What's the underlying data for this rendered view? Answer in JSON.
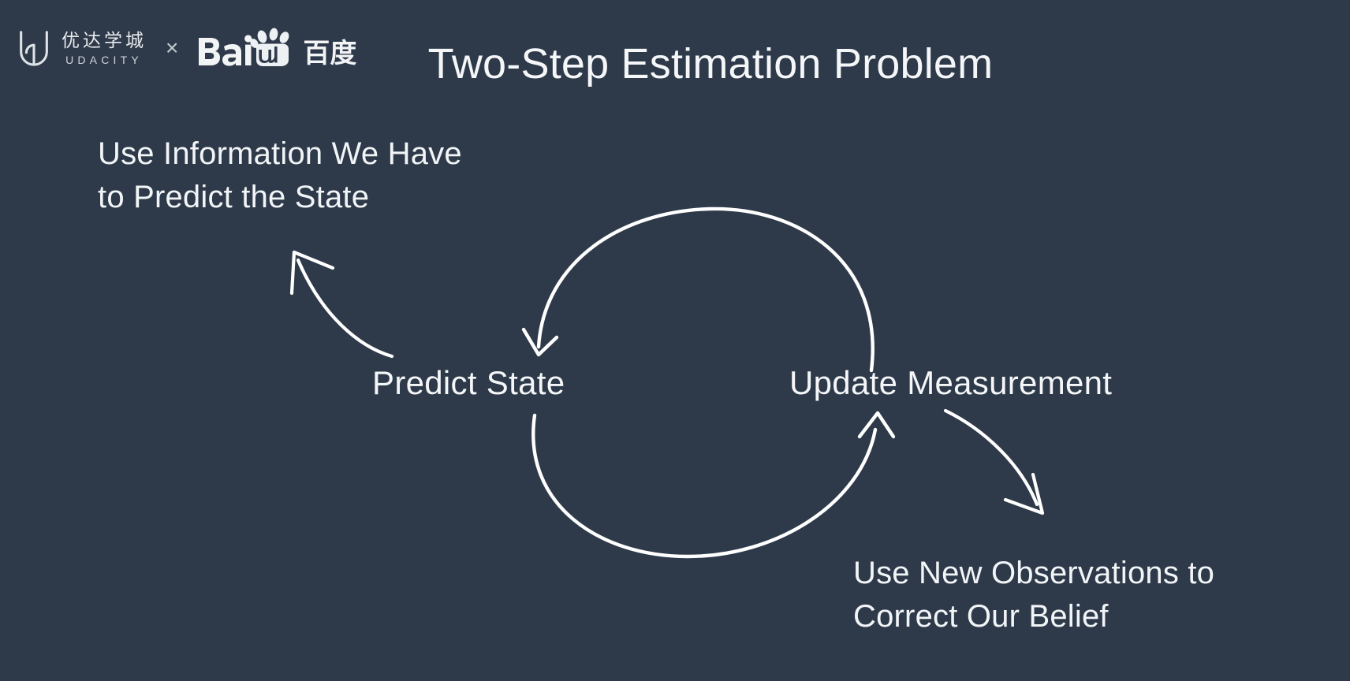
{
  "slide": {
    "title": "Two-Step Estimation Problem",
    "background_color": "#2e3a4a",
    "foreground_color": "#f4f6f8"
  },
  "branding": {
    "udacity": {
      "logo_icon": "udacity-u-mark",
      "chinese_name": "优达学城",
      "latin_name": "UDACITY"
    },
    "separator": "×",
    "baidu": {
      "logo_icon": "baidu-paw-mark",
      "wordmark_latin": "Bai  du",
      "wordmark_prefix": "Bai",
      "wordmark_suffix": "du",
      "chinese_name": "百度"
    }
  },
  "diagram": {
    "type": "cycle",
    "nodes": [
      {
        "id": "predict",
        "label": "Predict State"
      },
      {
        "id": "update",
        "label": "Update Measurement"
      }
    ],
    "cycle_arrows": [
      {
        "from": "update",
        "to": "predict",
        "position": "top-arc",
        "direction": "counter-clockwise-top"
      },
      {
        "from": "predict",
        "to": "update",
        "position": "bottom-arc",
        "direction": "counter-clockwise-bottom"
      }
    ],
    "annotations": [
      {
        "id": "predict-annotation",
        "target_node": "predict",
        "text": "Use Information We Have\nto Predict the State",
        "line_1": "Use Information We Have",
        "line_2": "to Predict the State",
        "arrow": "curved-arrow-up-left"
      },
      {
        "id": "update-annotation",
        "target_node": "update",
        "text": "Use New Observations to\nCorrect Our Belief",
        "line_1": "Use New Observations to",
        "line_2": "Correct Our Belief",
        "arrow": "curved-arrow-down-right"
      }
    ]
  }
}
